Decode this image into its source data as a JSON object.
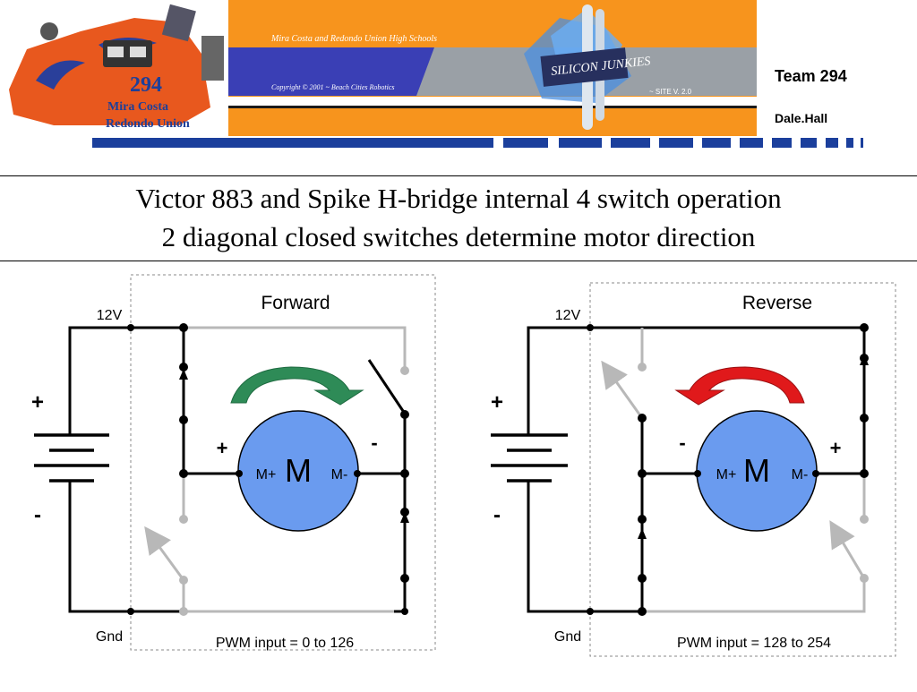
{
  "header": {
    "team_number": "Team 294",
    "author": "Dale.Hall",
    "banner": {
      "school_line": "Mira Costa and Redondo Union High Schools",
      "copyright": "Copyright © 2001 ~ Beach Cities Robotics",
      "site_version": "~ SITE V. 2.0",
      "robot_number": "294",
      "robot_text_1": "Mira  Costa",
      "robot_text_2": "Redondo  Union"
    },
    "colors": {
      "orange": "#f7941d",
      "blue": "#3a3fb5",
      "navy_bar": "#1b3f9c"
    }
  },
  "slide": {
    "title_line_1": "Victor 883 and Spike H-bridge internal 4 switch operation",
    "title_line_2": "2 diagonal closed switches determine motor direction"
  },
  "forward": {
    "direction_label": "Forward",
    "supply_label": "12V",
    "ground_label": "Gnd",
    "battery_plus": "+",
    "battery_minus": "-",
    "motor_symbol": "M",
    "motor_plus": "M+",
    "motor_minus": "M-",
    "terminal_left": "+",
    "terminal_right": "-",
    "pwm_label": "PWM input = 0 to 126",
    "arrow_color": "#2e8b57",
    "arrow_icon": "curved-arrow-clockwise"
  },
  "reverse": {
    "direction_label": "Reverse",
    "supply_label": "12V",
    "ground_label": "Gnd",
    "battery_plus": "+",
    "battery_minus": "-",
    "motor_symbol": "M",
    "motor_plus": "M+",
    "motor_minus": "M-",
    "terminal_left": "-",
    "terminal_right": "+",
    "pwm_label": "PWM input = 128 to 254",
    "arrow_color": "#e0191b",
    "arrow_icon": "curved-arrow-counterclockwise"
  },
  "colors": {
    "motor_fill": "#6a9bef",
    "inactive_wire": "#b8b8b8"
  }
}
